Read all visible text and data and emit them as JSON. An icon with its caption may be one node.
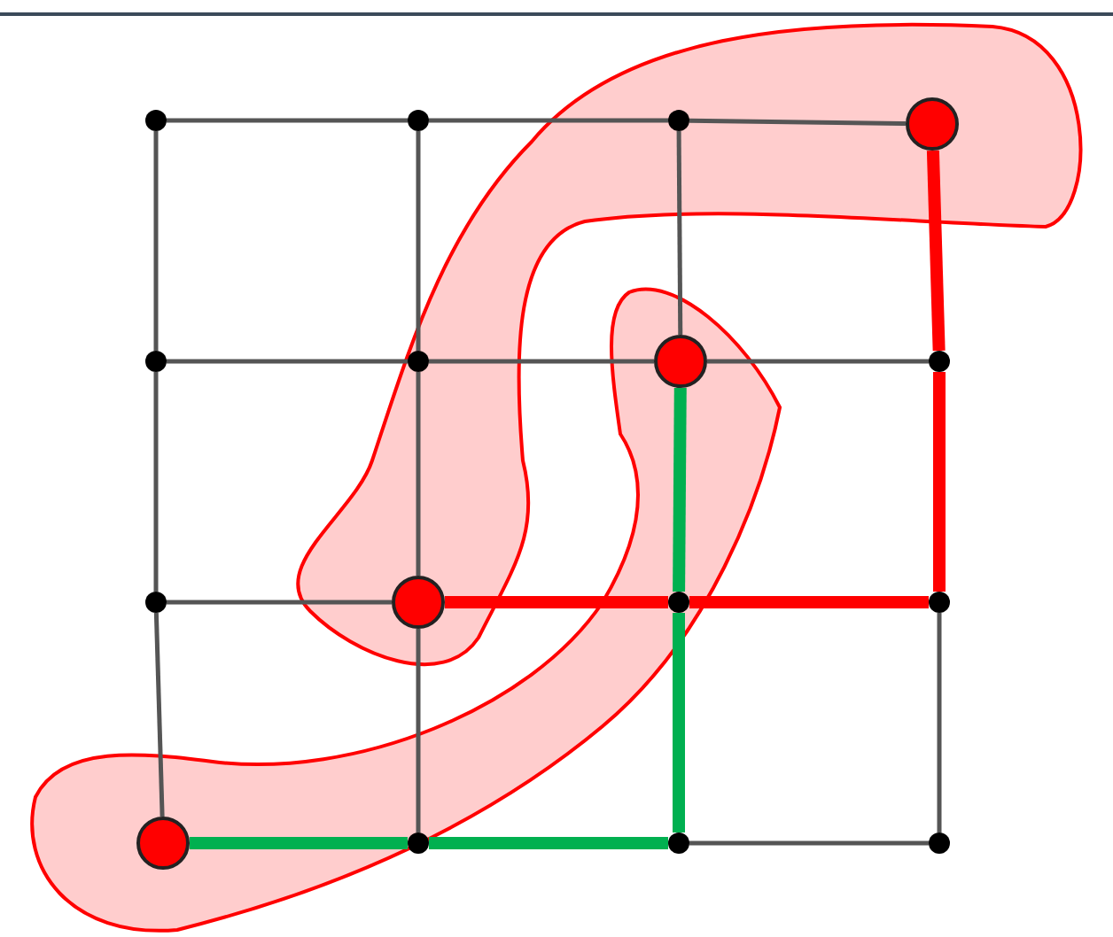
{
  "diagram": {
    "nodes": [
      {
        "text": [],
        "shape": "circle"
      },
      {
        "text": [],
        "shape": "circle"
      },
      {
        "text": [],
        "shape": "circle"
      },
      {
        "text": [],
        "shape": "circle"
      },
      {
        "text": [],
        "shape": "circle"
      },
      {
        "text": [],
        "shape": "circle"
      },
      {
        "text": [],
        "shape": "circle"
      },
      {
        "text": [],
        "shape": "circle"
      },
      {
        "text": [],
        "shape": "circle"
      },
      {
        "text": [],
        "shape": "circle"
      },
      {
        "text": [],
        "shape": "circle"
      },
      {
        "text": [],
        "shape": "circle"
      },
      {
        "text": [],
        "shape": "circle"
      },
      {
        "text": [],
        "shape": "circle"
      },
      {
        "text": [],
        "shape": "circle"
      },
      {
        "text": [],
        "shape": "circle"
      }
    ],
    "edges": [
      {
        "from": 0,
        "to": 1,
        "arrow": "none"
      },
      {
        "from": 1,
        "to": 2,
        "arrow": "none"
      },
      {
        "from": 2,
        "to": 3,
        "arrow": "none"
      },
      {
        "from": 4,
        "to": 5,
        "arrow": "none"
      },
      {
        "from": 5,
        "to": 6,
        "arrow": "none"
      },
      {
        "from": 6,
        "to": 7,
        "arrow": "none"
      },
      {
        "from": 8,
        "to": 9,
        "arrow": "none"
      },
      {
        "from": 12,
        "to": 13,
        "arrow": "none",
        "style": "thick",
        "color": "#00b050"
      },
      {
        "from": 13,
        "to": 14,
        "arrow": "none",
        "style": "thick",
        "color": "#00b050"
      },
      {
        "from": 14,
        "to": 15,
        "arrow": "none"
      },
      {
        "from": 0,
        "to": 4,
        "arrow": "none"
      },
      {
        "from": 4,
        "to": 8,
        "arrow": "none"
      },
      {
        "from": 8,
        "to": 12,
        "arrow": "none"
      },
      {
        "from": 1,
        "to": 5,
        "arrow": "none"
      },
      {
        "from": 5,
        "to": 9,
        "arrow": "none"
      },
      {
        "from": 9,
        "to": 13,
        "arrow": "none"
      },
      {
        "from": 2,
        "to": 6,
        "arrow": "none"
      },
      {
        "from": 14,
        "to": 10,
        "arrow": "none",
        "style": "thick",
        "color": "#00b050"
      },
      {
        "from": 10,
        "to": 6,
        "arrow": "none",
        "style": "thick",
        "color": "#00b050"
      },
      {
        "from": 11,
        "to": 15,
        "arrow": "none"
      },
      {
        "from": 9,
        "to": 10,
        "arrow": "none",
        "style": "thick",
        "color": "#ff0000"
      },
      {
        "from": 10,
        "to": 11,
        "arrow": "none",
        "style": "thick",
        "color": "#ff0000"
      },
      {
        "from": 11,
        "to": 7,
        "arrow": "none",
        "style": "thick",
        "color": "#ff0000"
      },
      {
        "from": 7,
        "to": 3,
        "arrow": "none",
        "style": "thick",
        "color": "#ff0000"
      }
    ]
  }
}
